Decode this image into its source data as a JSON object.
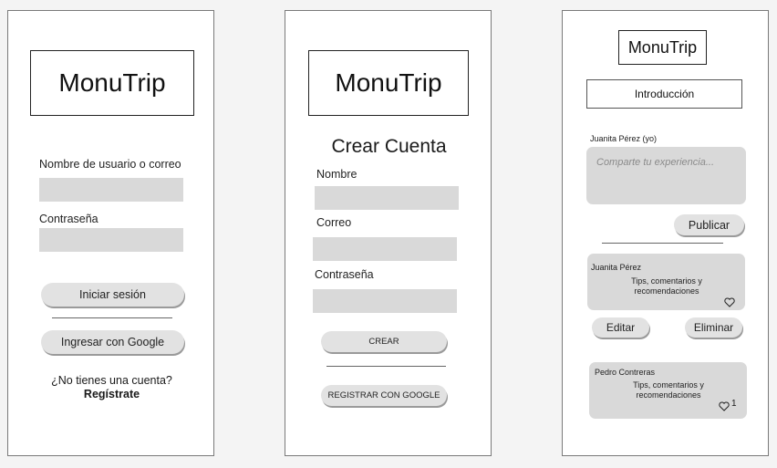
{
  "login": {
    "logo": "MonuTrip",
    "username_label": "Nombre de usuario o correo",
    "password_label": "Contraseña",
    "login_button": "Iniciar sesión",
    "google_button": "Ingresar con Google",
    "no_account_text": "¿No tienes una cuenta?",
    "register_link": "Regístrate"
  },
  "register": {
    "logo": "MonuTrip",
    "title": "Crear Cuenta",
    "name_label": "Nombre",
    "email_label": "Correo",
    "password_label": "Contraseña",
    "create_button": "CREAR",
    "google_button": "REGISTRAR CON GOOGLE"
  },
  "feed": {
    "logo": "MonuTrip",
    "intro_button": "Introducción",
    "composer_user": "Juanita Pérez (yo)",
    "composer_placeholder": "Comparte tu experiencia...",
    "publish_button": "Publicar",
    "posts": [
      {
        "author": "Juanita Pérez",
        "text": "Tips, comentarios y recomendaciones",
        "likes": ""
      },
      {
        "author": "Pedro Contreras",
        "text": "Tips, comentarios y recomendaciones",
        "likes": "1"
      }
    ],
    "edit_button": "Editar",
    "delete_button": "Eliminar"
  }
}
